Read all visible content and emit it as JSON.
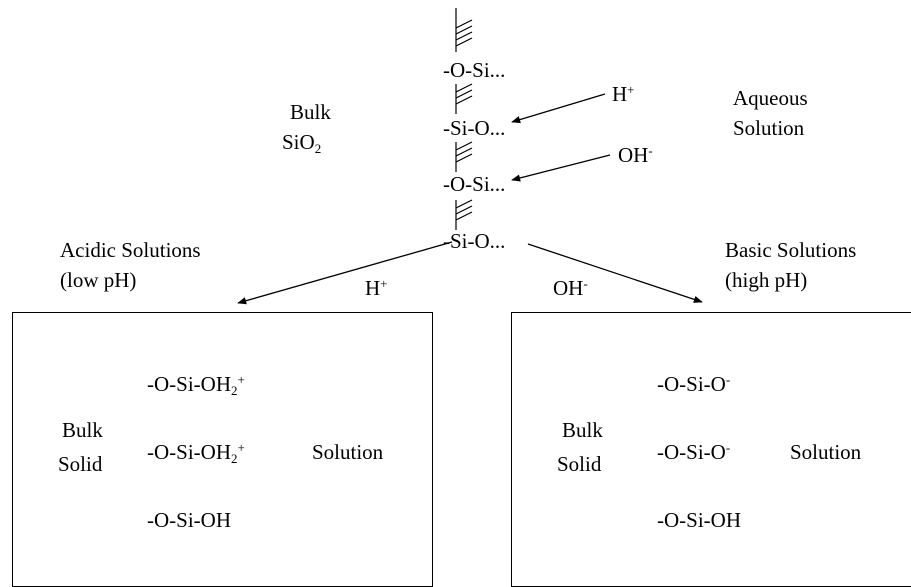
{
  "surface": {
    "chain": [
      "-O-Si...",
      "-Si-O...",
      "-O-Si...",
      "-Si-O..."
    ],
    "bulk_label": [
      "Bulk",
      "SiO",
      "2"
    ],
    "solution_label": [
      "Aqueous",
      "Solution"
    ],
    "ion_h": [
      "H",
      "+"
    ],
    "ion_oh": [
      "OH",
      "-"
    ]
  },
  "acidic": {
    "heading": [
      "Acidic Solutions",
      "(low pH)"
    ],
    "ion": [
      "H",
      "+"
    ],
    "bulk": [
      "Bulk",
      "Solid"
    ],
    "species": [
      [
        "-O-Si-OH",
        "2",
        "+"
      ],
      [
        "-O-Si-OH",
        "2",
        "+"
      ],
      [
        "-O-Si-OH"
      ]
    ],
    "solution": "Solution"
  },
  "basic": {
    "heading": [
      "Basic Solutions",
      "(high pH)"
    ],
    "ion": [
      "OH",
      "-"
    ],
    "bulk": [
      "Bulk",
      "Solid"
    ],
    "species": [
      [
        "-O-Si-O",
        "-"
      ],
      [
        "-O-Si-O",
        "-"
      ],
      [
        "-O-Si-OH"
      ]
    ],
    "solution": "Solution"
  }
}
